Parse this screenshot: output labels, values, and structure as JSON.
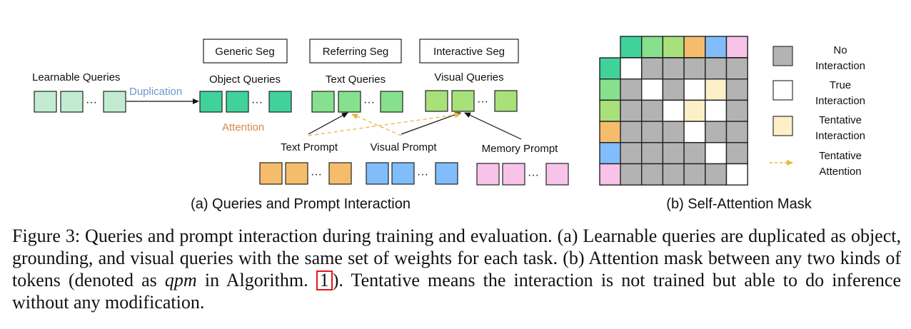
{
  "panel_a": {
    "learnable_queries": "Learnable Queries",
    "duplication": "Duplication",
    "task_generic": "Generic Seg",
    "task_referring": "Referring Seg",
    "task_interactive": "Interactive Seg",
    "object_queries": "Object Queries",
    "text_queries": "Text Queries",
    "visual_queries": "Visual Queries",
    "attention": "Attention",
    "text_prompt": "Text Prompt",
    "visual_prompt": "Visual Prompt",
    "memory_prompt": "Memory Prompt",
    "ellipsis": "···",
    "caption": "(a) Queries and Prompt Interaction"
  },
  "panel_b": {
    "caption": "(b) Self-Attention Mask",
    "token_colors": [
      "#3fd39b",
      "#86e08e",
      "#a8e07a",
      "#f5bd6b",
      "#80bdfa",
      "#f8c3e8"
    ],
    "mask": [
      [
        "true",
        "none",
        "none",
        "none",
        "none",
        "none"
      ],
      [
        "none",
        "true",
        "none",
        "true",
        "tentative",
        "none"
      ],
      [
        "none",
        "none",
        "true",
        "tentative",
        "true",
        "none"
      ],
      [
        "none",
        "none",
        "none",
        "true",
        "none",
        "none"
      ],
      [
        "none",
        "none",
        "none",
        "none",
        "true",
        "none"
      ],
      [
        "none",
        "none",
        "none",
        "none",
        "none",
        "true"
      ]
    ],
    "legend": {
      "no_interaction_1": "No",
      "no_interaction_2": "Interaction",
      "true_interaction_1": "True",
      "true_interaction_2": "Interaction",
      "tentative_interaction_1": "Tentative",
      "tentative_interaction_2": "Interaction",
      "tentative_attention_1": "Tentative",
      "tentative_attention_2": "Attention"
    }
  },
  "colors": {
    "learnable": "#c2ecd2",
    "object": "#3fd39b",
    "text_query": "#86e08e",
    "visual_query": "#a8e07a",
    "text_prompt": "#f5bd6b",
    "visual_prompt": "#80bdfa",
    "memory_prompt": "#f8c3e8",
    "duplication_text": "#6b97cf",
    "attention_text": "#d6894a",
    "tentative_arrow": "#e6b73e",
    "no_interaction": "#b3b3b3",
    "tentative_cell": "#fdf0c8"
  },
  "caption": {
    "label": "Figure 3:",
    "part1": " Queries and prompt interaction during training and evaluation. (a) Learnable queries are duplicated as object, grounding, and visual queries with the same set of weights for each task. (b) Attention mask between any two kinds of tokens (denoted as ",
    "math": "qpm",
    "part2": " in Algorithm. ",
    "ref": "1",
    "part3": "). Tentative means the interaction is not trained but able to do inference without any modification."
  }
}
